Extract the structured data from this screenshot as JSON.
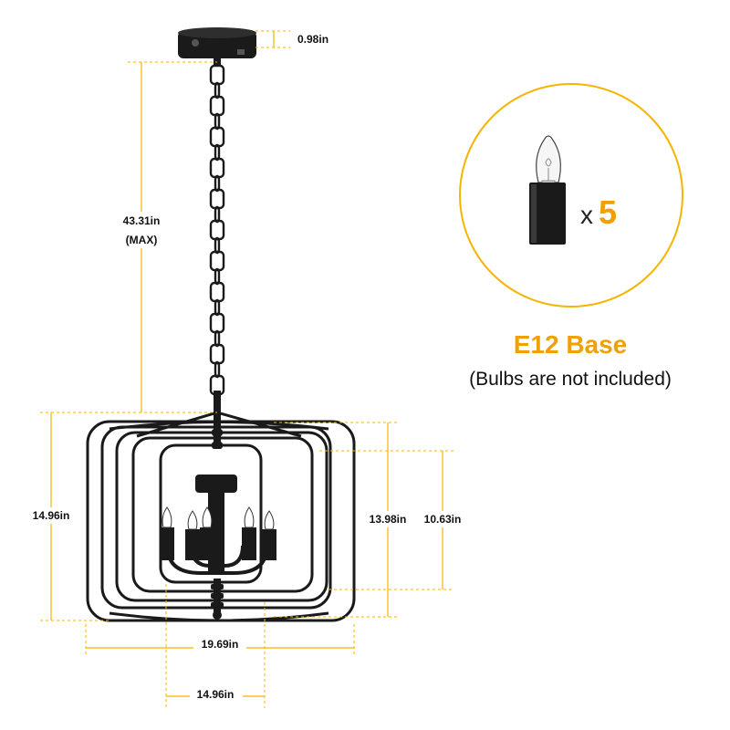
{
  "dimensions": {
    "canopy_height": "0.98in",
    "chain_length": "43.31in",
    "chain_note": "(MAX)",
    "outer_height": "14.96in",
    "frame_height": "13.98in",
    "inner_height": "10.63in",
    "overall_width": "19.69in",
    "bottom_width": "14.96in"
  },
  "bulb_callout": {
    "times_symbol": "x",
    "quantity": "5",
    "base_type": "E12 Base",
    "note": "(Bulbs are not included)"
  },
  "colors": {
    "accent": "#f0a000",
    "guide": "#f5b400",
    "metal": "#1a1a1a"
  }
}
